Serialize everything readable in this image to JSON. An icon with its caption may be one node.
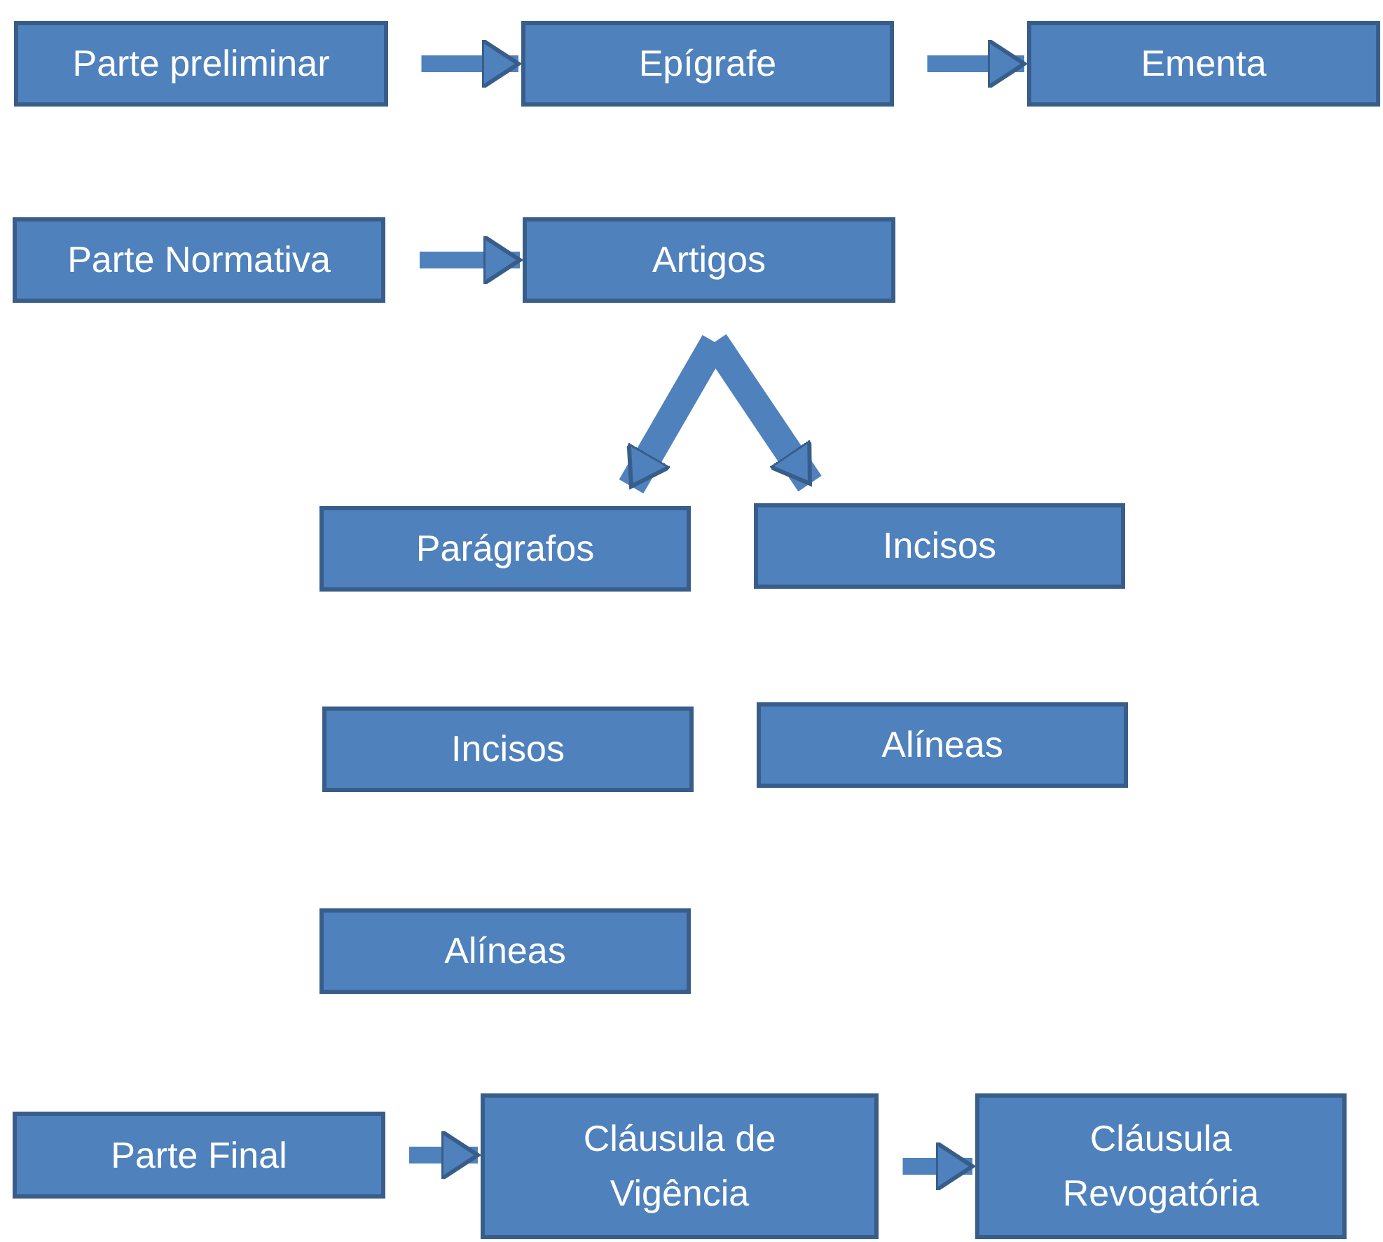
{
  "diagram": {
    "nodes": [
      {
        "text": [
          "Parte preliminar"
        ]
      },
      {
        "text": [
          "Epígrafe"
        ]
      },
      {
        "text": [
          "Ementa"
        ]
      },
      {
        "text": [
          "Parte Normativa"
        ]
      },
      {
        "text": [
          "Artigos"
        ]
      },
      {
        "text": [
          "Parágrafos"
        ]
      },
      {
        "text": [
          "Incisos"
        ]
      },
      {
        "text": [
          "Incisos"
        ]
      },
      {
        "text": [
          "Alíneas"
        ]
      },
      {
        "text": [
          "Alíneas"
        ]
      },
      {
        "text": [
          "Parte Final"
        ]
      },
      {
        "text": [
          "Cláusula de Vigência"
        ]
      },
      {
        "text": [
          "Cláusula Revogatória"
        ]
      }
    ],
    "edges": [
      {
        "from": 0,
        "to": 1,
        "arrow": "to"
      },
      {
        "from": 1,
        "to": 2,
        "arrow": "to"
      },
      {
        "from": 3,
        "to": 4,
        "arrow": "to"
      },
      {
        "from": 4,
        "to": 5,
        "arrow": "to"
      },
      {
        "from": 4,
        "to": 6,
        "arrow": "to"
      },
      {
        "from": 10,
        "to": 11,
        "arrow": "to"
      },
      {
        "from": 11,
        "to": 12,
        "arrow": "to"
      }
    ]
  }
}
